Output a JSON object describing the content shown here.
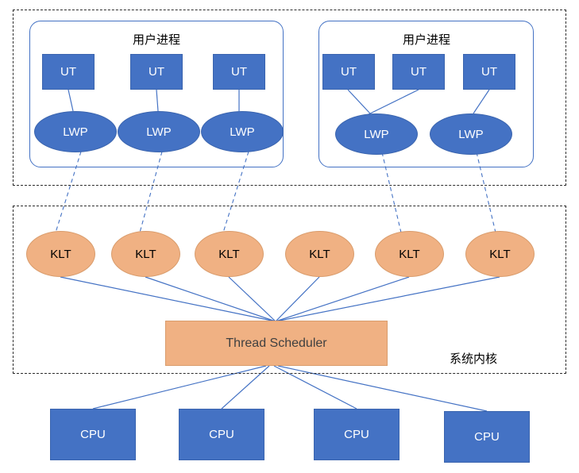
{
  "diagram": {
    "title": "",
    "colors": {
      "blue_fill": "#4472c4",
      "orange_fill": "#f0b183",
      "line": "#4472c4",
      "dashed_border": "#2b2b2b",
      "text_on_blue": "#ffffff",
      "text_on_orange": "#404040"
    },
    "user_area": {
      "processes": [
        {
          "title": "用户进程",
          "ut_nodes": [
            {
              "label": "UT"
            },
            {
              "label": "UT"
            },
            {
              "label": "UT"
            }
          ],
          "lwp_nodes": [
            {
              "label": "LWP"
            },
            {
              "label": "LWP"
            },
            {
              "label": "LWP"
            }
          ]
        },
        {
          "title": "用户进程",
          "ut_nodes": [
            {
              "label": "UT"
            },
            {
              "label": "UT"
            },
            {
              "label": "UT"
            }
          ],
          "lwp_nodes": [
            {
              "label": "LWP"
            },
            {
              "label": "LWP"
            }
          ]
        }
      ]
    },
    "kernel_area": {
      "label": "系统内核",
      "klt_nodes": [
        {
          "label": "KLT"
        },
        {
          "label": "KLT"
        },
        {
          "label": "KLT"
        },
        {
          "label": "KLT"
        },
        {
          "label": "KLT"
        },
        {
          "label": "KLT"
        }
      ],
      "scheduler": {
        "label": "Thread Scheduler"
      }
    },
    "hardware_area": {
      "cpu_nodes": [
        {
          "label": "CPU"
        },
        {
          "label": "CPU"
        },
        {
          "label": "CPU"
        },
        {
          "label": "CPU"
        }
      ]
    }
  }
}
